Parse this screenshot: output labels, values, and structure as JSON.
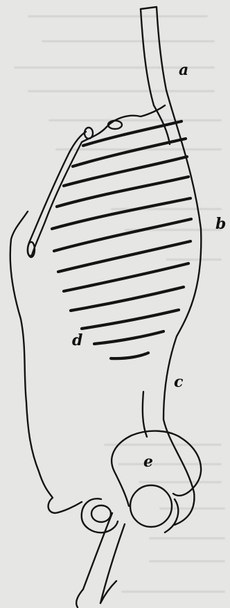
{
  "labels": {
    "a": "a",
    "b": "b",
    "c": "c",
    "d": "d",
    "e": "e"
  }
}
